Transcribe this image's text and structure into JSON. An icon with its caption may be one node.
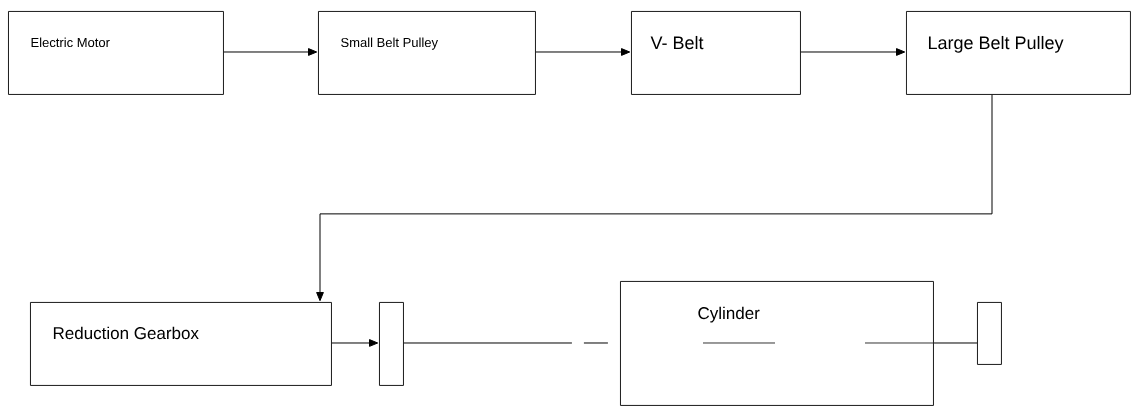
{
  "diagram": {
    "nodes": [
      {
        "text": [
          "Electric Motor"
        ]
      },
      {
        "text": [
          "Small Belt Pulley"
        ]
      },
      {
        "text": [
          "V- Belt"
        ]
      },
      {
        "text": [
          "Large Belt Pulley"
        ]
      },
      {
        "text": [
          "Reduction Gearbox"
        ]
      },
      {
        "text": [],
        "shape": "box"
      },
      {
        "text": [
          "Cylinder"
        ]
      },
      {
        "text": [],
        "shape": "box"
      }
    ],
    "edges": [
      {
        "from": 0,
        "to": 1,
        "arrow": "to"
      },
      {
        "from": 1,
        "to": 2,
        "arrow": "to"
      },
      {
        "from": 2,
        "to": 3,
        "arrow": "to"
      },
      {
        "from": 3,
        "to": 4,
        "arrow": "to"
      },
      {
        "from": 4,
        "to": 5,
        "arrow": "to"
      },
      {
        "from": 5,
        "to": 6,
        "arrow": "none",
        "style": "dashed"
      },
      {
        "from": 6,
        "to": 7,
        "arrow": "none"
      }
    ]
  }
}
